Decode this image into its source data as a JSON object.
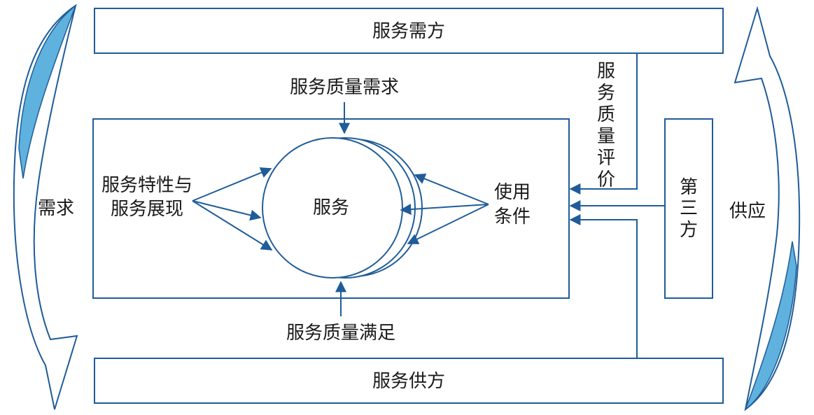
{
  "colors": {
    "line": "#1f5c99",
    "fill": "#5fb2dd",
    "text": "#1a1a1a"
  },
  "boxes": {
    "demand_side": "服务需方",
    "supply_side": "服务供方",
    "third_party": [
      "第",
      "三",
      "方"
    ]
  },
  "labels": {
    "quality_demand": "服务质量需求",
    "quality_satisfaction": "服务质量满足",
    "quality_evaluation": [
      "服",
      "务",
      "质",
      "量",
      "评",
      "价"
    ],
    "service_characteristics": [
      "服务特性与",
      "服务展现"
    ],
    "usage_conditions": [
      "使用",
      "条件"
    ],
    "service": "服务",
    "demand": "需求",
    "supply": "供应"
  }
}
